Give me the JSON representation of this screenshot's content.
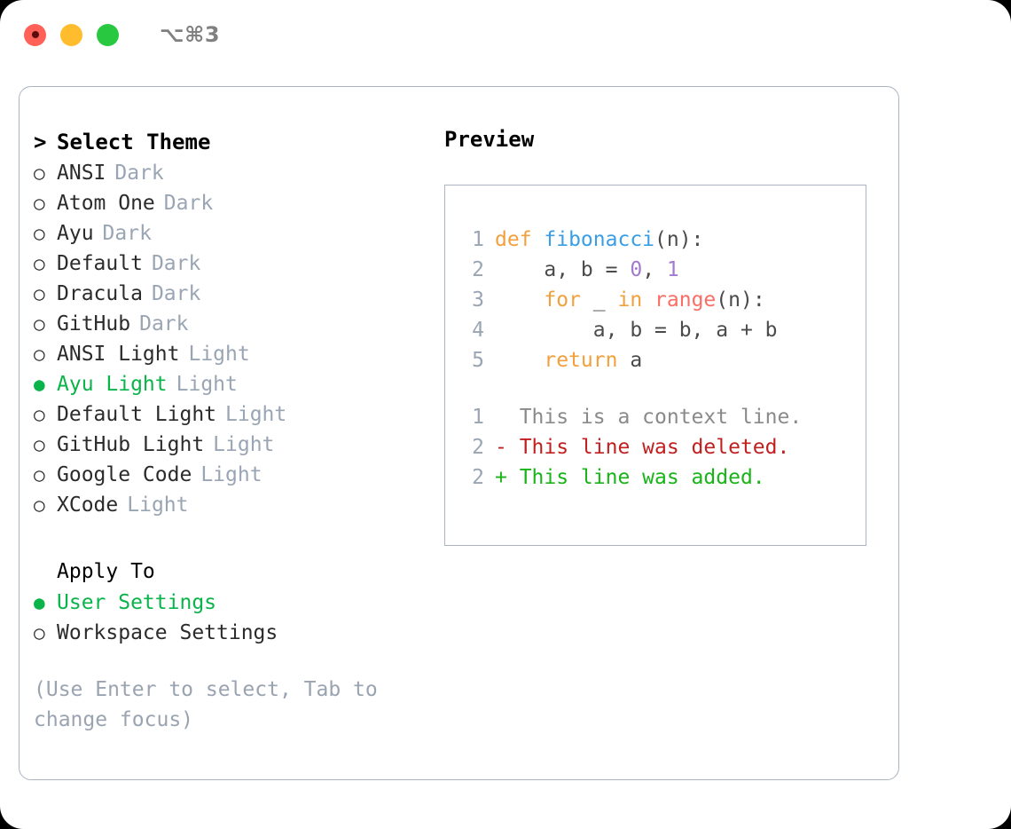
{
  "titlebar": {
    "shortcut": "⌥⌘3",
    "buttons": [
      {
        "name": "close",
        "color": "#ff6058"
      },
      {
        "name": "minimize",
        "color": "#ffbd2e"
      },
      {
        "name": "maximize",
        "color": "#28c840"
      }
    ]
  },
  "theme_picker": {
    "header_marker": ">",
    "header": "Select Theme",
    "items": [
      {
        "marker": "○",
        "name": "ANSI",
        "tag": "Dark",
        "selected": false
      },
      {
        "marker": "○",
        "name": "Atom One",
        "tag": "Dark",
        "selected": false
      },
      {
        "marker": "○",
        "name": "Ayu",
        "tag": "Dark",
        "selected": false
      },
      {
        "marker": "○",
        "name": "Default",
        "tag": "Dark",
        "selected": false
      },
      {
        "marker": "○",
        "name": "Dracula",
        "tag": "Dark",
        "selected": false
      },
      {
        "marker": "○",
        "name": "GitHub",
        "tag": "Dark",
        "selected": false
      },
      {
        "marker": "○",
        "name": "ANSI Light",
        "tag": "Light",
        "selected": false
      },
      {
        "marker": "●",
        "name": "Ayu Light",
        "tag": "Light",
        "selected": true
      },
      {
        "marker": "○",
        "name": "Default Light",
        "tag": "Light",
        "selected": false
      },
      {
        "marker": "○",
        "name": "GitHub Light",
        "tag": "Light",
        "selected": false
      },
      {
        "marker": "○",
        "name": "Google Code",
        "tag": "Light",
        "selected": false
      },
      {
        "marker": "○",
        "name": "XCode",
        "tag": "Light",
        "selected": false
      }
    ]
  },
  "apply_to": {
    "header": "Apply To",
    "items": [
      {
        "marker": "●",
        "label": "User Settings",
        "selected": true
      },
      {
        "marker": "○",
        "label": "Workspace Settings",
        "selected": false
      }
    ]
  },
  "hint": "(Use Enter to select, Tab to change focus)",
  "preview": {
    "title": "Preview",
    "code_lines": [
      {
        "no": "1",
        "tokens": [
          {
            "t": "def ",
            "c": "kw"
          },
          {
            "t": "fibonacci",
            "c": "fn"
          },
          {
            "t": "(n):",
            "c": "plain"
          }
        ]
      },
      {
        "no": "2",
        "tokens": [
          {
            "t": "    a, b = ",
            "c": "plain"
          },
          {
            "t": "0",
            "c": "num"
          },
          {
            "t": ", ",
            "c": "plain"
          },
          {
            "t": "1",
            "c": "num"
          }
        ]
      },
      {
        "no": "3",
        "tokens": [
          {
            "t": "    ",
            "c": "plain"
          },
          {
            "t": "for",
            "c": "kw"
          },
          {
            "t": " _ ",
            "c": "plain"
          },
          {
            "t": "in",
            "c": "kw"
          },
          {
            "t": " ",
            "c": "plain"
          },
          {
            "t": "range",
            "c": "bi"
          },
          {
            "t": "(n):",
            "c": "plain"
          }
        ]
      },
      {
        "no": "4",
        "tokens": [
          {
            "t": "        a, b = b, a + b",
            "c": "plain"
          }
        ]
      },
      {
        "no": "5",
        "tokens": [
          {
            "t": "    ",
            "c": "plain"
          },
          {
            "t": "return",
            "c": "kw"
          },
          {
            "t": " a",
            "c": "plain"
          }
        ]
      }
    ],
    "diff_lines": [
      {
        "no": "1",
        "text": "  This is a context line.",
        "kind": "context"
      },
      {
        "no": "2",
        "text": "- This line was deleted.",
        "kind": "del"
      },
      {
        "no": "2",
        "text": "+ This line was added.",
        "kind": "add"
      }
    ]
  },
  "colors": {
    "accent_green": "#0ab44a",
    "muted": "#9aa5b4",
    "hint": "#9aa3b0",
    "border": "#aab4c2",
    "keyword": "#f2a03d",
    "function": "#399ee6",
    "number": "#a37acc",
    "builtin": "#fa6e64",
    "diff_del": "#c02020",
    "diff_add": "#18b418",
    "diff_context": "#8a8a8a"
  }
}
